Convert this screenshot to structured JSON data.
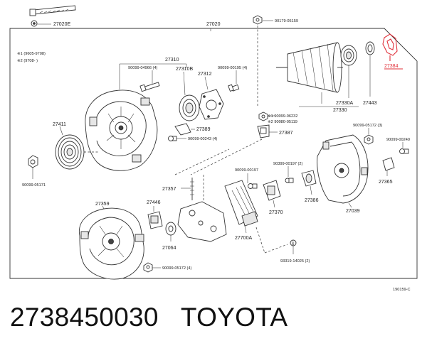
{
  "diagram": {
    "labels": {
      "p27020E": "27020E",
      "p27020": "27020",
      "p90179": "90179-05159",
      "note1": "※1 (9605-9708)",
      "note2": "※2 (9708-     )",
      "p27310": "27310",
      "p90099_04966": "90099-04966 (4)",
      "p27310B": "27310B",
      "p27312": "27312",
      "p90099_00195": "90099-00195 (4)",
      "p27384": "27384",
      "p27330A": "27330A",
      "p27443": "27443",
      "p27330": "27330",
      "p27411": "27411",
      "p27389": "27389",
      "p90099_00243": "90099-00243 (4)",
      "p90099_06232": "※1 90099-06232",
      "p90080_05119": "※2 90080-05119",
      "p27387": "27387",
      "p90099_05172_3": "90099-05172 (3)",
      "p90099_00240": "90099-00240",
      "p90099_05171": "90099-05171",
      "p90099_00197": "90099-00197",
      "p90399_00197": "90399-00197 (2)",
      "p27365": "27365",
      "p27357": "27357",
      "p27359": "27359",
      "p27446": "27446",
      "p27370": "27370",
      "p27386": "27386",
      "p27039": "27039",
      "p27064": "27064",
      "p27700A": "27700A",
      "p93319": "93319-14025 (2)",
      "p90099_05172_4": "90099-05172 (4)",
      "figure_code": "190159-C"
    }
  },
  "caption": {
    "part_number": "2738450030",
    "brand": "TOYOTA"
  },
  "colors": {
    "highlight": "#e0303a",
    "line": "#333333"
  }
}
